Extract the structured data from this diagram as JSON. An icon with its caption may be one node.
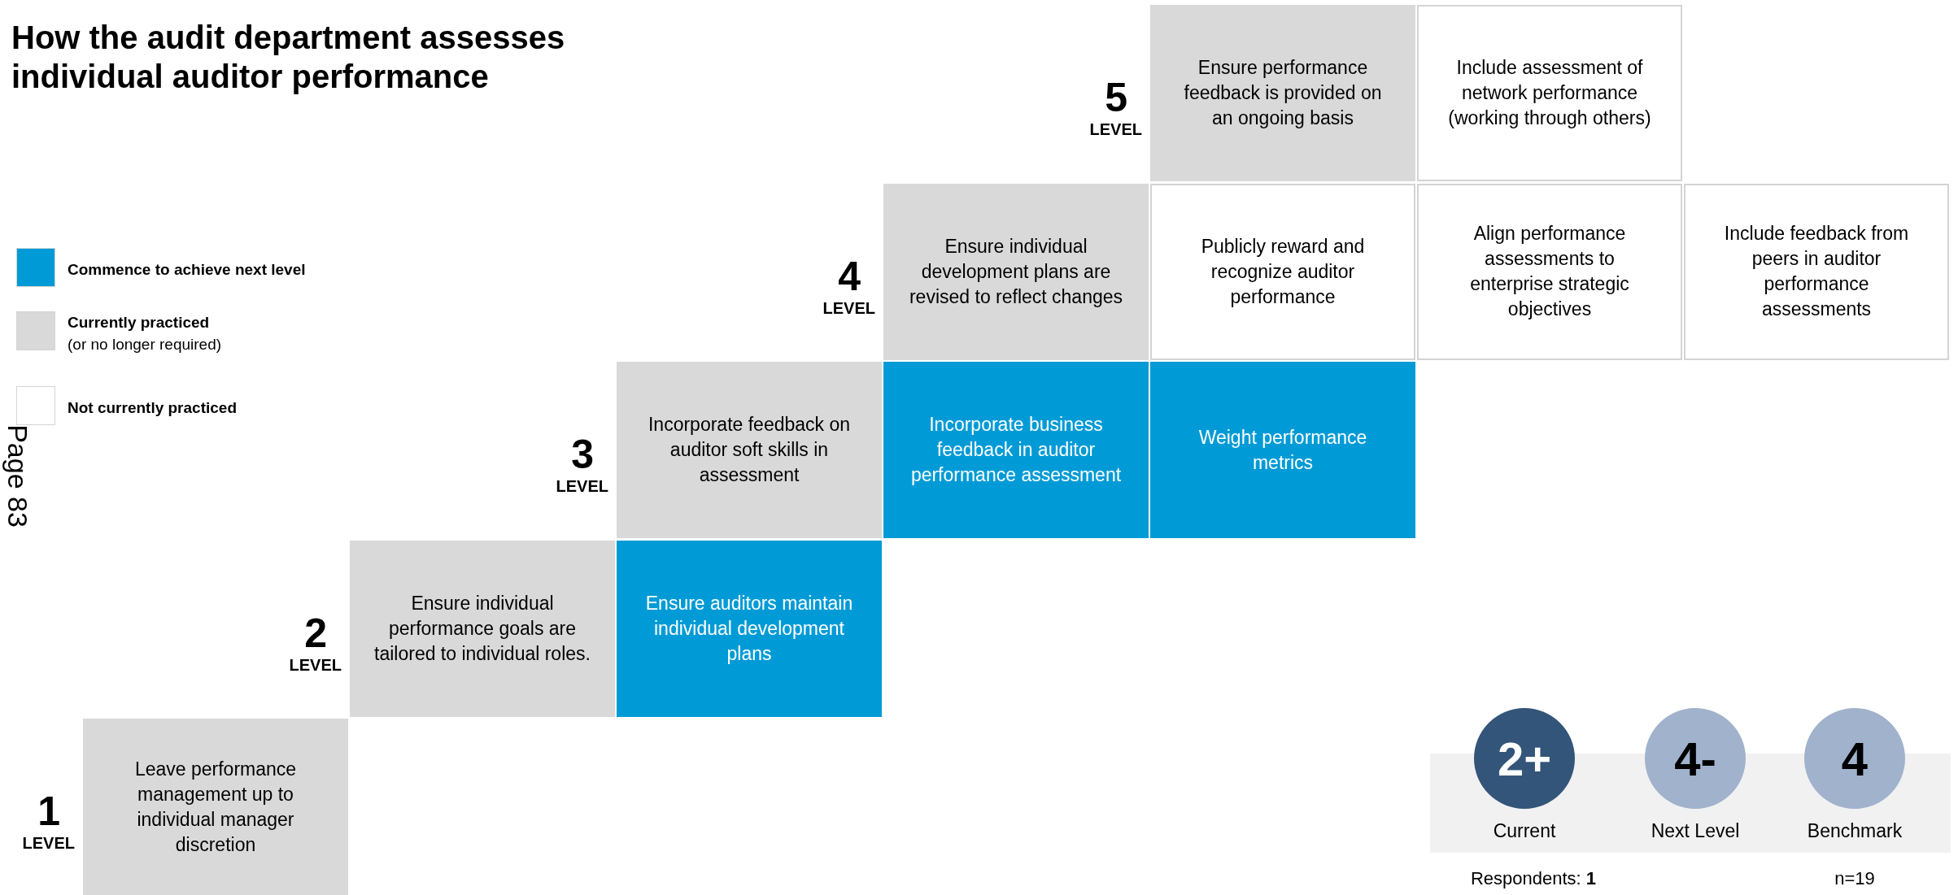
{
  "diagram": {
    "title": "How the audit department assesses individual auditor performance",
    "nodes": [
      {
        "text": [
          "Ensure performance feedback is provided on an ongoing basis"
        ],
        "beside": [
          "5",
          "LEVEL"
        ]
      },
      {
        "text": [
          "Include assessment of network performance (working through others)"
        ]
      },
      {
        "text": [
          "Ensure individual development plans are revised to reflect changes"
        ],
        "beside": [
          "4",
          "LEVEL"
        ]
      },
      {
        "text": [
          "Publicly reward and recognize auditor performance"
        ]
      },
      {
        "text": [
          "Align performance assessments to enterprise strategic objectives"
        ]
      },
      {
        "text": [
          "Include feedback from peers in auditor performance assessments"
        ]
      },
      {
        "text": [
          "Incorporate feedback on auditor soft skills in assessment"
        ],
        "beside": [
          "3",
          "LEVEL"
        ]
      },
      {
        "text": [
          "Incorporate business feedback in auditor performance assessment"
        ]
      },
      {
        "text": [
          "Weight performance metrics"
        ]
      },
      {
        "text": [
          "Ensure individual performance goals are tailored to individual roles."
        ],
        "beside": [
          "2",
          "LEVEL"
        ]
      },
      {
        "text": [
          "Ensure auditors maintain individual development plans"
        ]
      },
      {
        "text": [
          "Leave performance management up to individual manager discretion"
        ],
        "beside": [
          "1",
          "LEVEL"
        ]
      },
      {
        "text": [
          "2+"
        ],
        "beside": [
          "Current"
        ]
      },
      {
        "text": [
          "4-"
        ],
        "beside": [
          "Next Level"
        ]
      },
      {
        "text": [
          "4"
        ],
        "beside": [
          "Benchmark"
        ]
      }
    ],
    "labels": [
      "(or no longer required)",
      "Page 83",
      "Respondents: **1**",
      "n=19"
    ],
    "legend": [
      {
        "text": "Commence to achieve next level",
        "color": "#009bd6"
      },
      {
        "text": "Currently practiced",
        "color": "#d9d9d9"
      },
      {
        "text": "Not currently practiced",
        "color": "#ffffff"
      }
    ]
  }
}
